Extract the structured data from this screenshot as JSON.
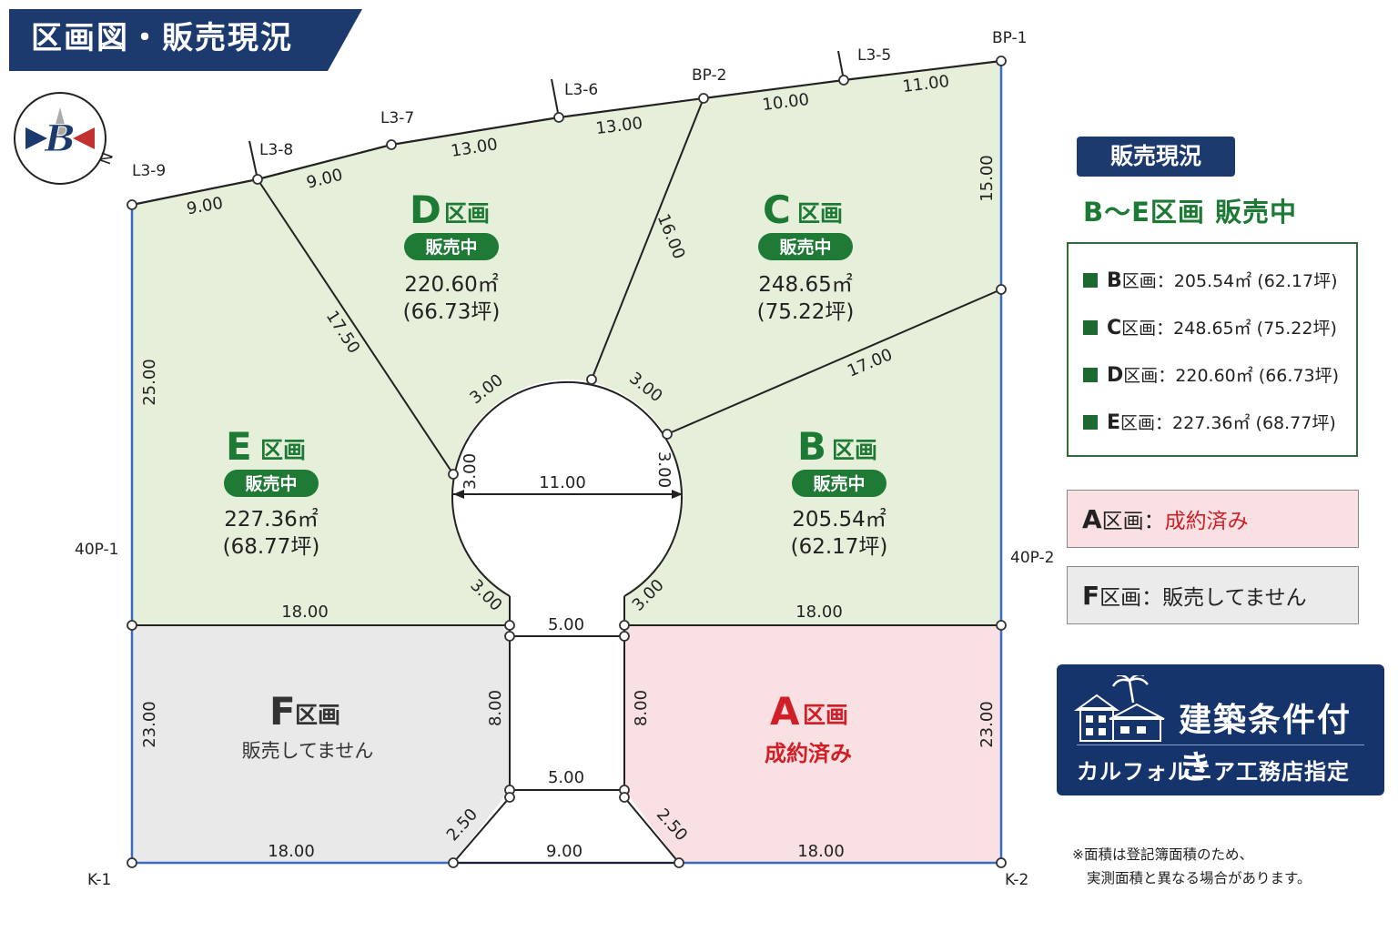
{
  "header": {
    "title": "区画図・販売現況"
  },
  "compass": {
    "letter": "B",
    "north": "N"
  },
  "points": {
    "bp1": "BP-1",
    "bp2": "BP-2",
    "l35": "L3-5",
    "l36": "L3-6",
    "l37": "L3-7",
    "l38": "L3-8",
    "l39": "L3-9",
    "p40_1": "40P-1",
    "p40_2": "40P-2",
    "k1": "K-1",
    "k2": "K-2"
  },
  "lots": {
    "d": {
      "letter": "D",
      "suffix": "区画",
      "badge": "販売中",
      "area": "220.60㎡",
      "tsubo": "(66.73坪)"
    },
    "c": {
      "letter": "C",
      "suffix": "区画",
      "badge": "販売中",
      "area": "248.65㎡",
      "tsubo": "(75.22坪)"
    },
    "e": {
      "letter": "E",
      "suffix": "区画",
      "badge": "販売中",
      "area": "227.36㎡",
      "tsubo": "(68.77坪)"
    },
    "b": {
      "letter": "B",
      "suffix": "区画",
      "badge": "販売中",
      "area": "205.54㎡",
      "tsubo": "(62.17坪)"
    },
    "f": {
      "letter": "F",
      "suffix": "区画",
      "status": "販売してません"
    },
    "a": {
      "letter": "A",
      "suffix": "区画",
      "status": "成約済み"
    }
  },
  "dims": {
    "top_l39_l38": "9.00",
    "top_l38_l37": "9.00",
    "top_l37_l36": "13.00",
    "top_l36_bp2": "13.00",
    "top_bp2_l35": "10.00",
    "top_l35_bp1": "11.00",
    "right_upper": "15.00",
    "right_lower": "23.00",
    "left_upper": "25.00",
    "left_lower": "23.00",
    "d_e_line": "17.50",
    "d_c_line": "16.00",
    "c_b_line": "17.00",
    "arc_upper_left": "3.00",
    "arc_upper_right": "3.00",
    "arc_mid_left": "3.00",
    "arc_mid_right": "3.00",
    "arc_lower_left": "3.00",
    "arc_lower_right": "3.00",
    "circle_diameter": "11.00",
    "e_bottom": "18.00",
    "b_bottom": "18.00",
    "road_top": "5.00",
    "road_left": "8.00",
    "road_right": "8.00",
    "road_mid": "5.00",
    "splay_left": "2.50",
    "splay_right": "2.50",
    "road_bottom": "9.00",
    "f_bottom": "18.00",
    "a_bottom": "18.00"
  },
  "status": {
    "badge": "販売現況",
    "headline": "B～E区画 販売中",
    "legend": [
      {
        "letter": "B",
        "text": "区画：205.54㎡ (62.17坪)"
      },
      {
        "letter": "C",
        "text": "区画：248.65㎡ (75.22坪)"
      },
      {
        "letter": "D",
        "text": "区画：220.60㎡ (66.73坪)"
      },
      {
        "letter": "E",
        "text": "区画：227.36㎡ (68.77坪)"
      }
    ],
    "box_a": {
      "letter": "A",
      "label": "区画：",
      "value": "成約済み"
    },
    "box_f": {
      "letter": "F",
      "label": "区画：",
      "value": "販売してません"
    }
  },
  "condition": {
    "title": "建築条件付き",
    "subtitle": "カルフォルニア工務店指定"
  },
  "note": {
    "line1": "※面積は登記簿面積のため、",
    "line2": "実測面積と異なる場合があります。"
  },
  "colors": {
    "green_fill": "#e6efd9",
    "green_text": "#1d7a35",
    "badge_green": "#1f7a36",
    "pink_fill": "#f9e0e3",
    "red_text": "#d01f26",
    "gray_fill": "#e9e9ea",
    "navy": "#1c3a6e",
    "border_blue": "#3a6bc4"
  }
}
